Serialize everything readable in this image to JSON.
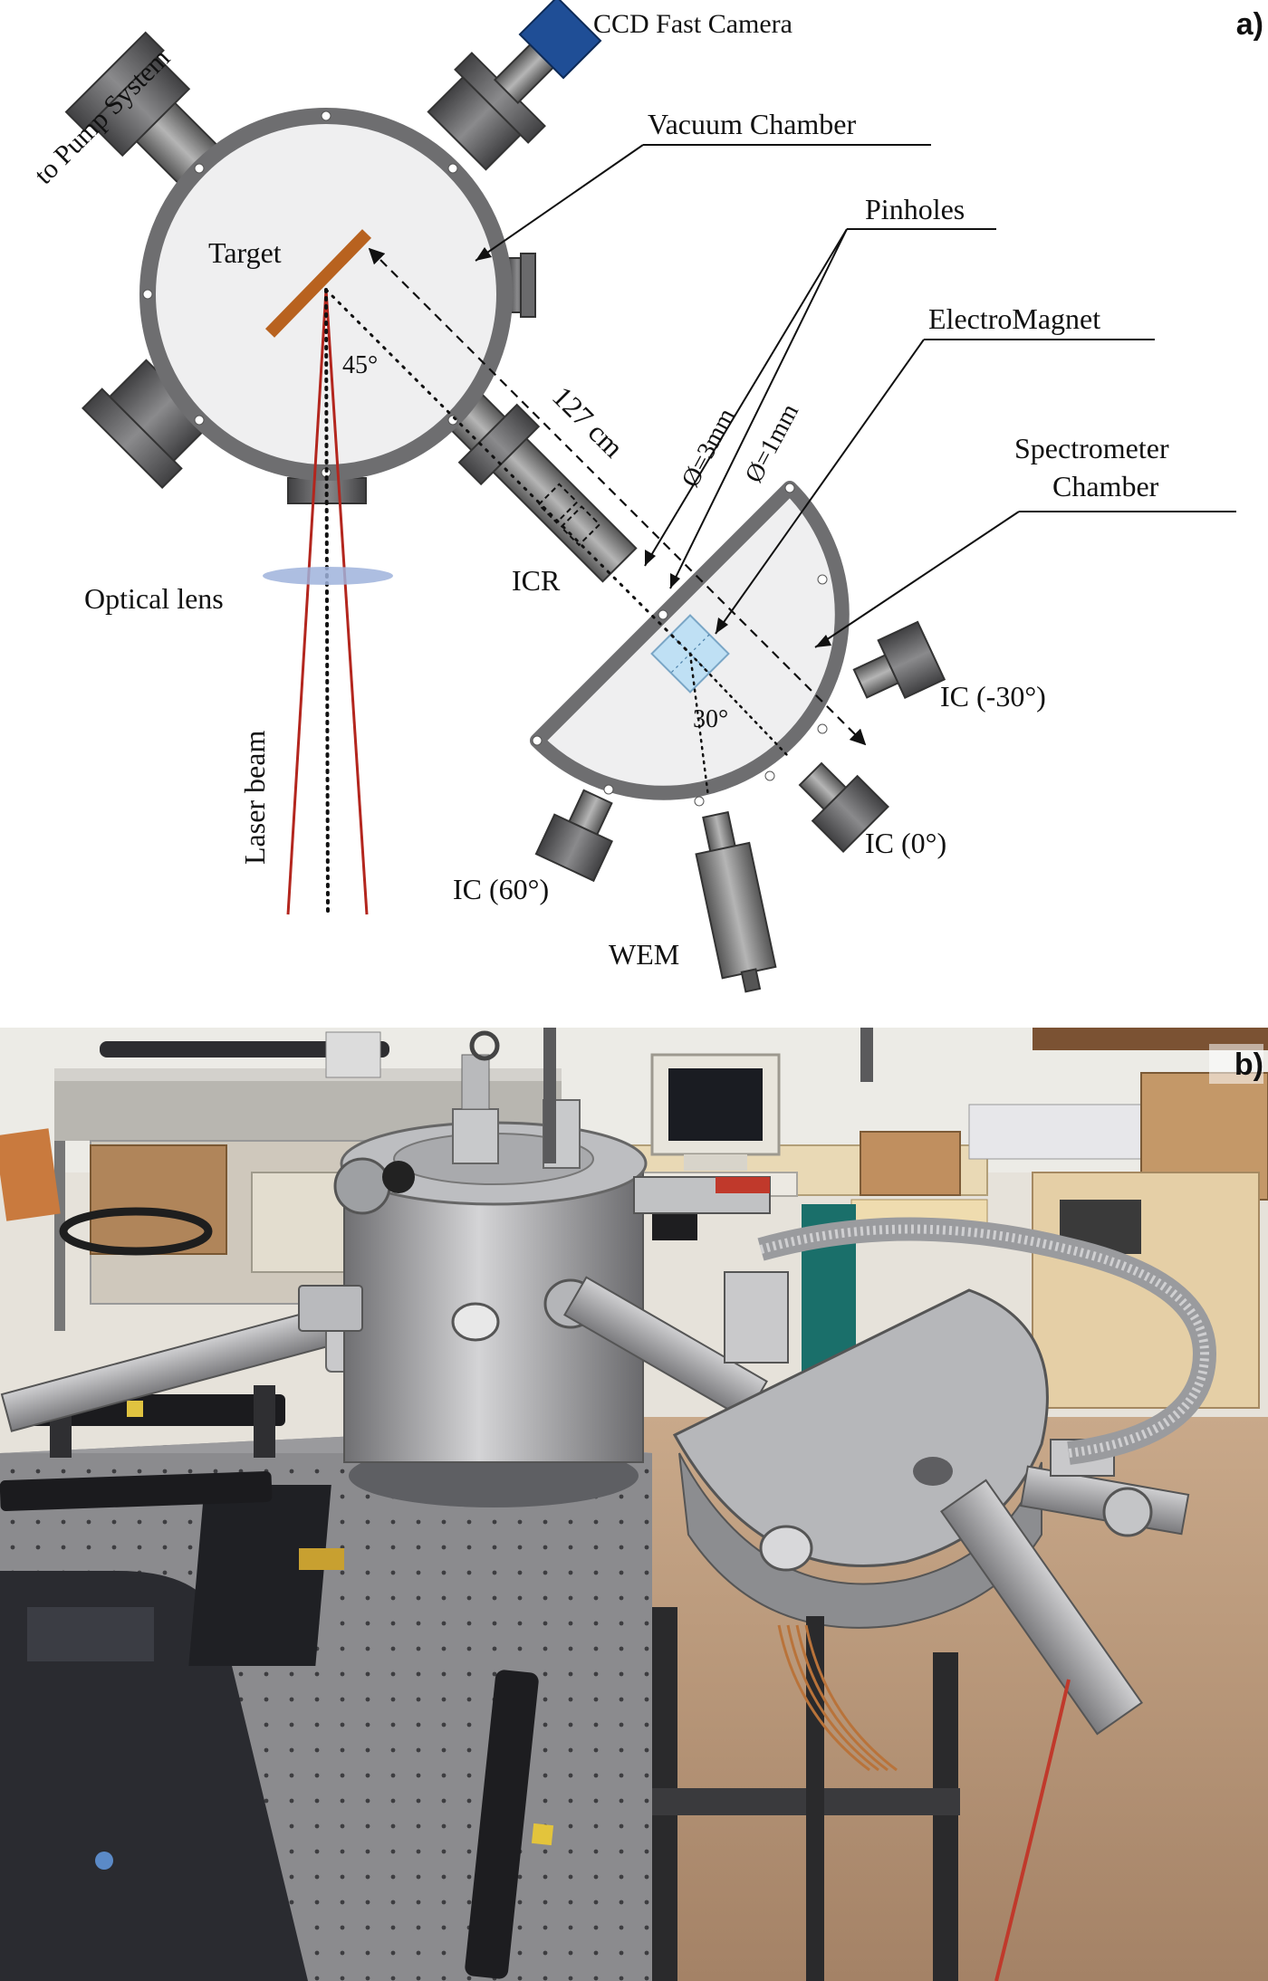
{
  "panels": {
    "a": "a)",
    "b": "b)"
  },
  "labels": {
    "pump": "to Pump System",
    "camera": "CCD Fast Camera",
    "vacuum": "Vacuum Chamber",
    "pinholes": "Pinholes",
    "target": "Target",
    "electromagnet": "ElectroMagnet",
    "angle45": "45°",
    "distance": "127 cm",
    "d3": "Ø=3mm",
    "d1": "Ø=1mm",
    "spectrometer_line1": "Spectrometer",
    "spectrometer_line2": "Chamber",
    "optical_lens": "Optical lens",
    "icr": "ICR",
    "ic_m30": "IC (-30°)",
    "angle30": "30°",
    "laser": "Laser beam",
    "ic_0": "IC (0°)",
    "ic_60": "IC (60°)",
    "wem": "WEM"
  },
  "colors": {
    "chamber_ring": "#6e6e70",
    "chamber_fill": "#efeff0",
    "flange": "#5b5b5e",
    "camera_blue": "#1f4e96",
    "target": "#b8621f",
    "laser": "#b3261e",
    "lens": "#9fb3dc",
    "magnet": "#bfe0f4"
  },
  "photo": {
    "icons": [
      "laboratory-photo"
    ]
  }
}
